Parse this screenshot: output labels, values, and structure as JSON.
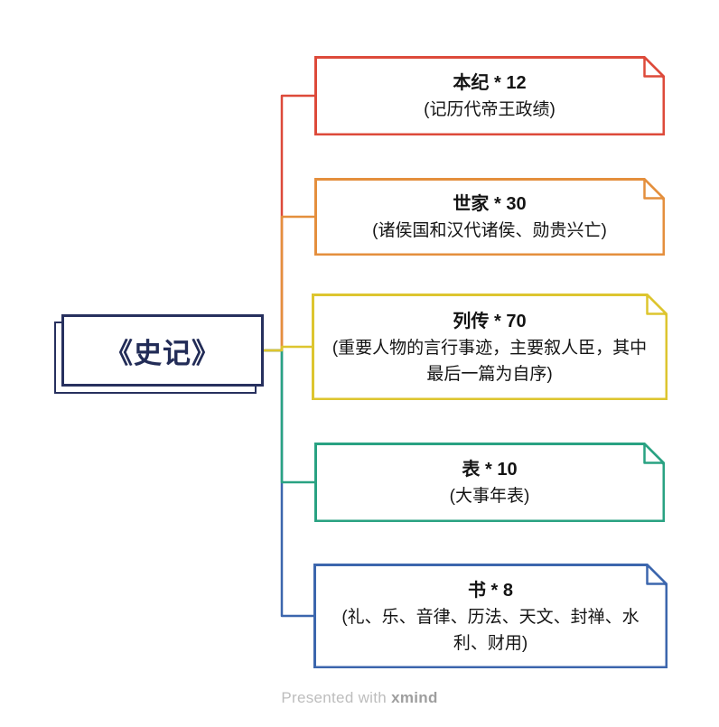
{
  "central": {
    "label": "《史记》",
    "color": "#27305e"
  },
  "nodes": [
    {
      "title": "本纪 * 12",
      "desc": "(记历代帝王政绩)",
      "color": "#dd4a3a"
    },
    {
      "title": "世家 * 30",
      "desc": "(诸侯国和汉代诸侯、勋贵兴亡)",
      "color": "#e48f3d"
    },
    {
      "title": "列传 * 70",
      "desc": "(重要人物的言行事迹，主要叙人臣，其中最后一篇为自序)",
      "color": "#ddc52f"
    },
    {
      "title": "表 * 10",
      "desc": "(大事年表)",
      "color": "#29a282"
    },
    {
      "title": "书 * 8",
      "desc": "(礼、乐、音律、历法、天文、封禅、水利、财用)",
      "color": "#3c66ad"
    }
  ],
  "footer": {
    "prefix": "Presented with",
    "brand": "xmind"
  }
}
